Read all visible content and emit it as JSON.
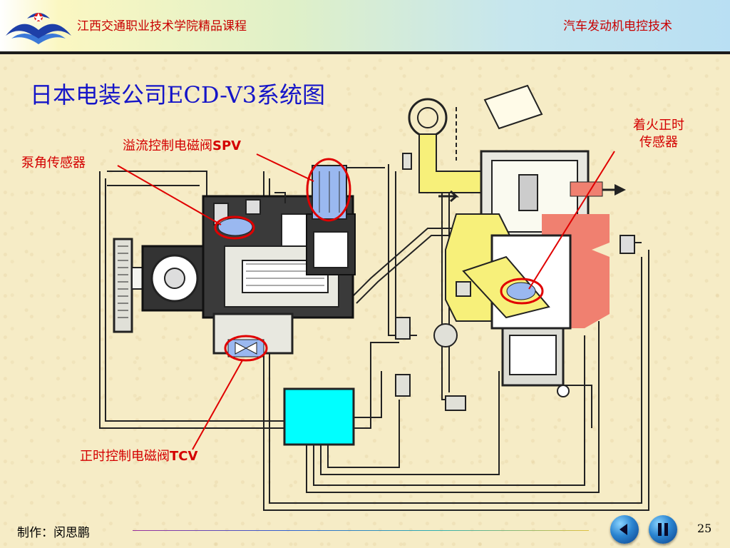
{
  "header": {
    "college": "江西交通职业技术学院精品课程",
    "course": "汽车发动机电控技术"
  },
  "title": "日本电装公司ECD-V3系统图",
  "labels": {
    "spv_text": "溢流控制电磁阀",
    "spv_code": "SPV",
    "pump_angle_sensor": "泵角传感器",
    "ignition_timing_line1": "着火正时",
    "ignition_timing_line2": "传感器",
    "tcv_text": "正时控制电磁阀",
    "tcv_code": "TCV"
  },
  "footer": {
    "author": "制作：闵思鹏",
    "page": "25"
  },
  "nav": {
    "prev": "previous-icon",
    "pause": "pause-icon"
  },
  "colors": {
    "title": "#1515c8",
    "labels": "#d40000",
    "ecu": "#00ffff",
    "fuel_yellow": "#f7f07a",
    "exhaust_orange": "#f08070",
    "sensor_blue": "#9ab8f0"
  }
}
